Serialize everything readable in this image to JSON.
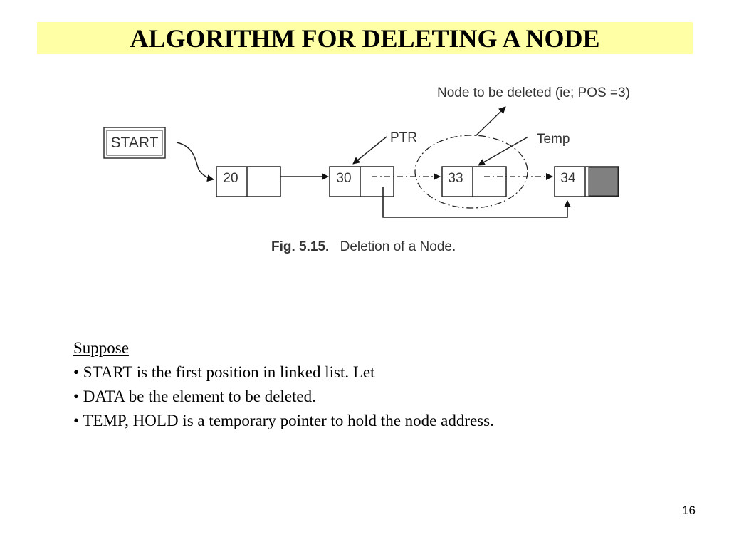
{
  "slide": {
    "title": "ALGORITHM FOR DELETING A NODE",
    "page_number": "16",
    "title_bg": "#ffffa6"
  },
  "diagram": {
    "start_label": "START",
    "nodes": [
      "20",
      "30",
      "33",
      "34"
    ],
    "ptr_label": "PTR",
    "temp_label": "Temp",
    "deleted_note": "Node to be deleted (ie; POS =3)",
    "caption_bold": "Fig. 5.15.",
    "caption_text": "Deletion of a Node.",
    "null_fill": "#808080"
  },
  "body": {
    "heading": "Suppose",
    "bullets": [
      "• START is the first position in linked list. Let",
      "• DATA be the element to be deleted.",
      "• TEMP, HOLD is a temporary pointer to hold the node address."
    ]
  }
}
